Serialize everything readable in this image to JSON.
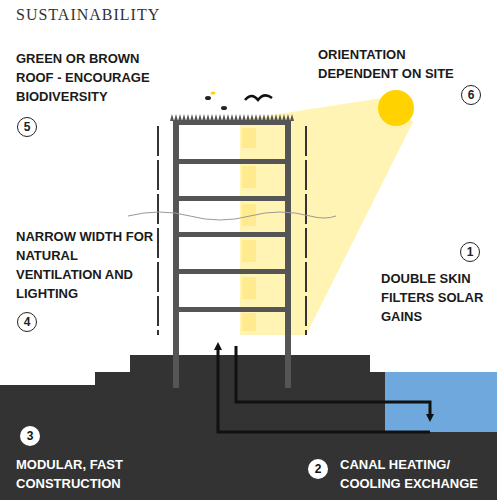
{
  "diagram": {
    "title": "SUSTAINABILITY",
    "nodes": [
      {
        "text": [
          "5"
        ]
      },
      {
        "text": [
          "6"
        ]
      },
      {
        "text": [
          "4"
        ]
      },
      {
        "text": [
          "1"
        ]
      },
      {
        "text": [
          "3"
        ]
      },
      {
        "text": [
          "2"
        ]
      }
    ],
    "labels": [
      "GREEN OR BROWN ROOF - ENCOURAGE BIODIVERSITY",
      "ORIENTATION DEPENDENT ON SITE",
      "NARROW WIDTH FOR NATURAL VENTILATION AND LIGHTING",
      "DOUBLE SKIN FILTERS SOLAR GAINS",
      "MODULAR, FAST CONSTRUCTION",
      "CANAL HEATING/ COOLING EXCHANGE"
    ]
  }
}
